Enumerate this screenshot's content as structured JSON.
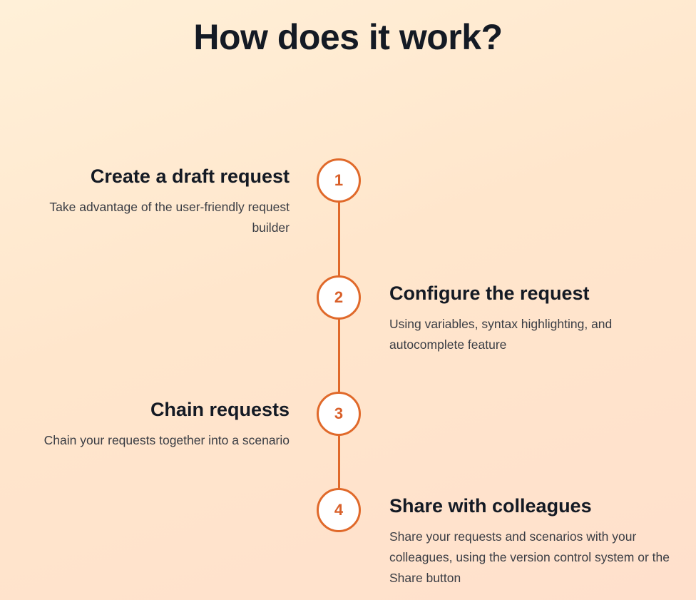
{
  "page": {
    "title": "How does it work?"
  },
  "steps": [
    {
      "number": "1",
      "title": "Create a draft request",
      "description": "Take advantage of the user-friendly request builder"
    },
    {
      "number": "2",
      "title": "Configure the request",
      "description": "Using variables, syntax highlighting, and autocomplete feature"
    },
    {
      "number": "3",
      "title": "Chain requests",
      "description": "Chain your requests together into a scenario"
    },
    {
      "number": "4",
      "title": "Share with colleagues",
      "description": "Share your requests and scenarios with your colleagues, using the version control system or the Share button"
    }
  ],
  "colors": {
    "accent": "#e0692a",
    "heading": "#141a24",
    "body_text": "#3a3d44"
  }
}
